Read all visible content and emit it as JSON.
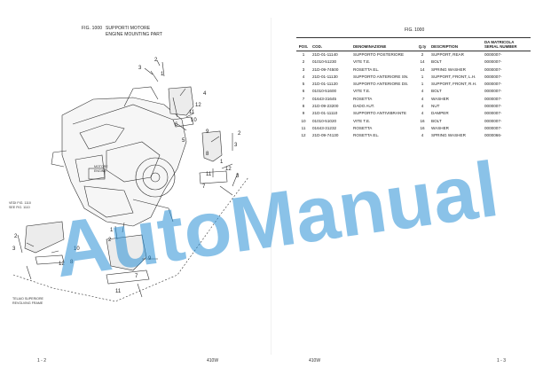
{
  "left_page": {
    "fig_label": "FIG. 1000",
    "title_it": "SUPPORTI MOTORE",
    "title_en": "ENGINE MOUNTING PART",
    "callouts": [
      "2",
      "1",
      "3",
      "4",
      "12",
      "11",
      "10",
      "9",
      "8",
      "7",
      "6",
      "5",
      "2",
      "1",
      "2",
      "3",
      "12",
      "3",
      "7",
      "1",
      "9",
      "2",
      "3",
      "10",
      "8",
      "9",
      "7",
      "1",
      "11",
      "12"
    ],
    "labels": {
      "motore": "MOTORE",
      "engine": "ENGINE",
      "see_fig_1": "VEDI FIG. 1110",
      "see_fig_2": "SEE FIG. 1110",
      "telaio": "TELAIO SUPERIORE",
      "revolving": "REVOLVING FRAME"
    },
    "footer_page": "1 - 2",
    "footer_model": "410W"
  },
  "right_page": {
    "fig_label": "FIG. 1000",
    "headers": {
      "pos": "POS.",
      "cod": "COD.",
      "den": "DENOMINAZIONE",
      "qty": "Q.ty",
      "desc": "DESCRIPTION",
      "mat_1": "DA MATRICOLA",
      "mat_2": "SERIAL NUMBER"
    },
    "rows": [
      {
        "pos": "1",
        "cod": "21D-01-11140",
        "den": "SUPPORTO POSTERIORE",
        "qty": "2",
        "desc": "SUPPORT, REAR",
        "mat": "0000007-"
      },
      {
        "pos": "2",
        "cod": "01010-51230",
        "den": "VITE T.E.",
        "qty": "14",
        "desc": "BOLT",
        "mat": "0000007-"
      },
      {
        "pos": "3",
        "cod": "21D-09-74500",
        "den": "ROSETTA EL.",
        "qty": "14",
        "desc": "SPRING WASHER",
        "mat": "0000007-"
      },
      {
        "pos": "4",
        "cod": "21D-01-11130",
        "den": "SUPPORTO ANTERIORE SN.",
        "qty": "1",
        "desc": "SUPPORT, FRONT, L.H.",
        "mat": "0000007-"
      },
      {
        "pos": "5",
        "cod": "21D-01-11120",
        "den": "SUPPORTO ANTERIORE DS.",
        "qty": "1",
        "desc": "SUPPORT, FRONT, R.H.",
        "mat": "0000007-"
      },
      {
        "pos": "6",
        "cod": "01010-51600",
        "den": "VITE T.E.",
        "qty": "4",
        "desc": "BOLT",
        "mat": "0000007-"
      },
      {
        "pos": "7",
        "cod": "01643-31645",
        "den": "ROSETTA",
        "qty": "4",
        "desc": "WASHER",
        "mat": "0000007-"
      },
      {
        "pos": "8",
        "cod": "21D-09-23200",
        "den": "DADO AUT.",
        "qty": "4",
        "desc": "NUT",
        "mat": "0000007-"
      },
      {
        "pos": "9",
        "cod": "21D-01-11110",
        "den": "SUPPORTO ANTIVIBRANTE",
        "qty": "4",
        "desc": "DAMPER",
        "mat": "0000007-"
      },
      {
        "pos": "10",
        "cod": "01010-51020",
        "den": "VITE T.E.",
        "qty": "16",
        "desc": "BOLT",
        "mat": "0000007-"
      },
      {
        "pos": "11",
        "cod": "01643-31232",
        "den": "ROSETTA",
        "qty": "16",
        "desc": "WASHER",
        "mat": "0000007-"
      },
      {
        "pos": "12",
        "cod": "21D-09-74130",
        "den": "ROSETTA EL.",
        "qty": "4",
        "desc": "SPRING WASHER",
        "mat": "0000066-"
      }
    ],
    "footer_model": "410W",
    "footer_page": "1 - 3"
  },
  "watermark": {
    "text": "AutoManual",
    "color": "#2a8fd6"
  }
}
